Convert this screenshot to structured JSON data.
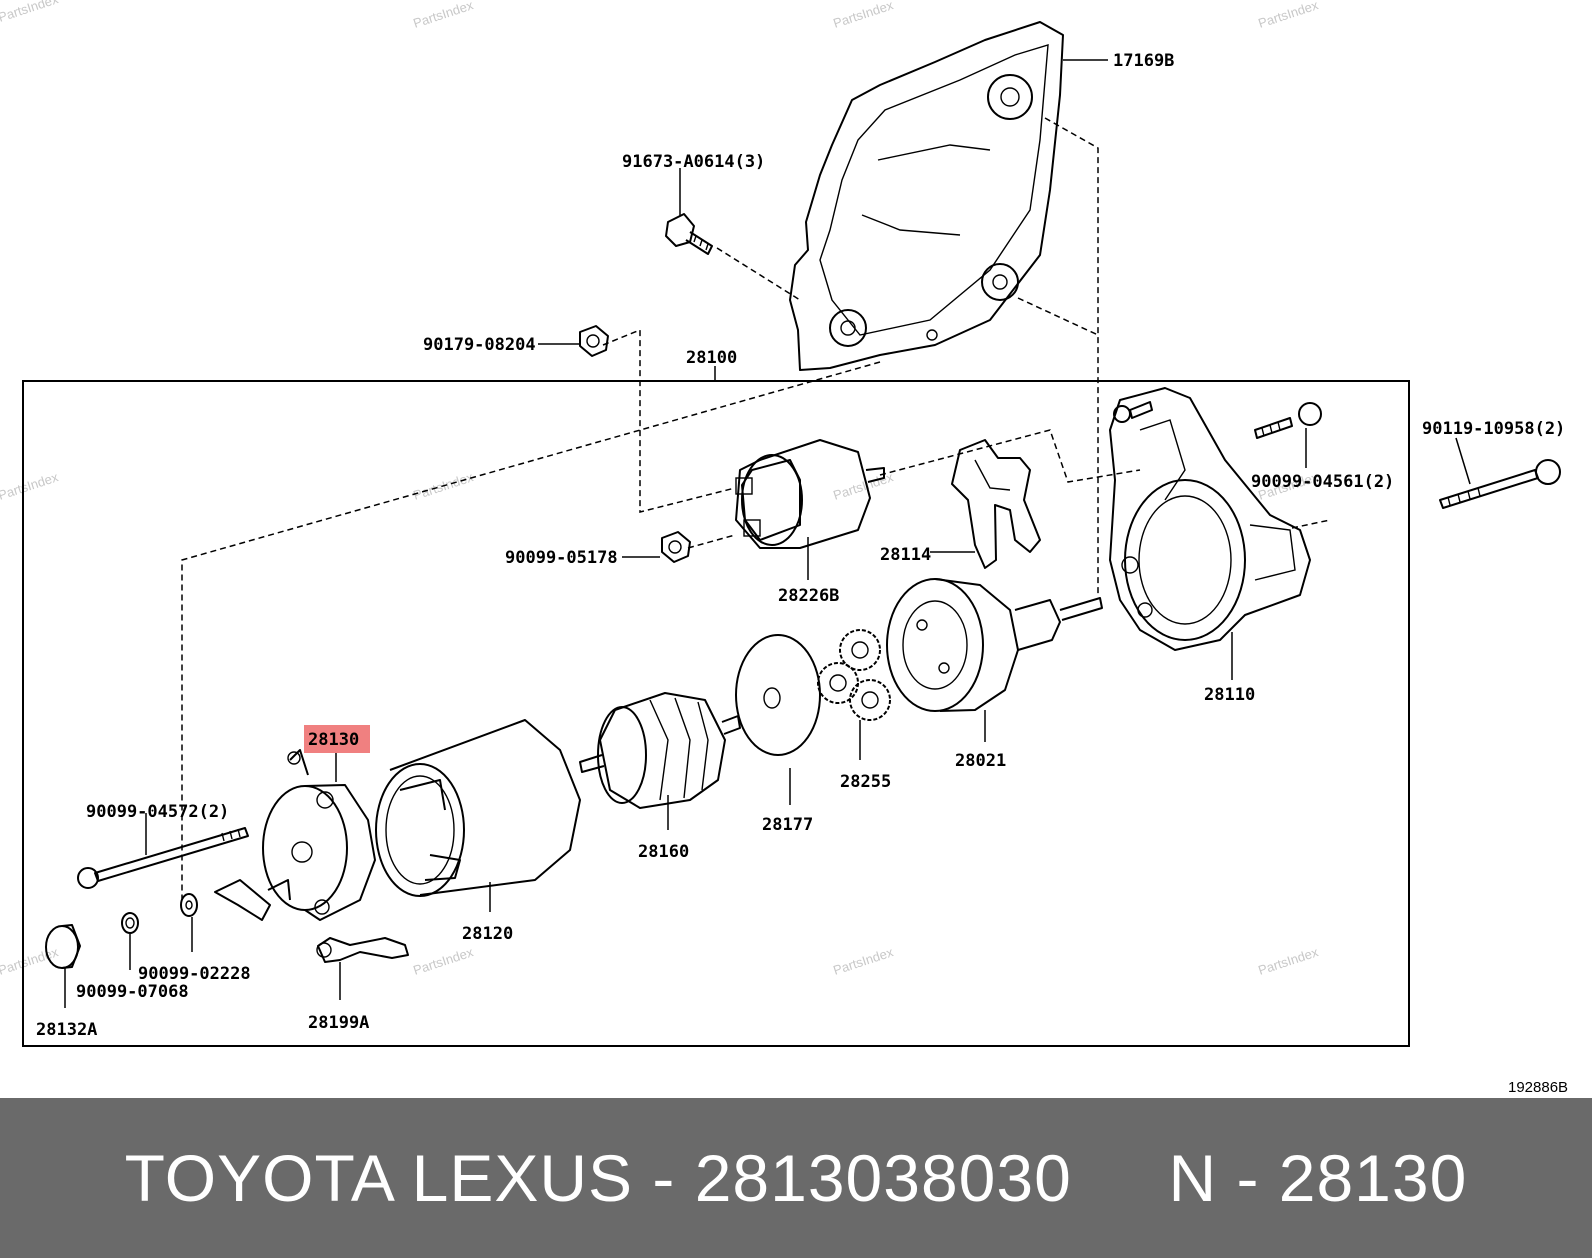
{
  "watermark": "PartsIndex",
  "reference_code": "192886B",
  "highlight_color": "#f08080",
  "footer": {
    "title": "TOYOTA LEXUS - 2813038030     N - 28130"
  },
  "labels": {
    "p17169B": "17169B",
    "p91673": "91673-A0614(3)",
    "p90179": "90179-08204",
    "p28100": "28100",
    "p90119": "90119-10958(2)",
    "p90099_04561": "90099-04561(2)",
    "p28114": "28114",
    "p90099_05178": "90099-05178",
    "p28226B": "28226B",
    "p28110": "28110",
    "p28021": "28021",
    "p28255": "28255",
    "p28177": "28177",
    "p28160": "28160",
    "p28130": "28130",
    "p90099_04572": "90099-04572(2)",
    "p28120": "28120",
    "p90099_02228": "90099-02228",
    "p90099_07068": "90099-07068",
    "p28132A": "28132A",
    "p28199A": "28199A"
  }
}
